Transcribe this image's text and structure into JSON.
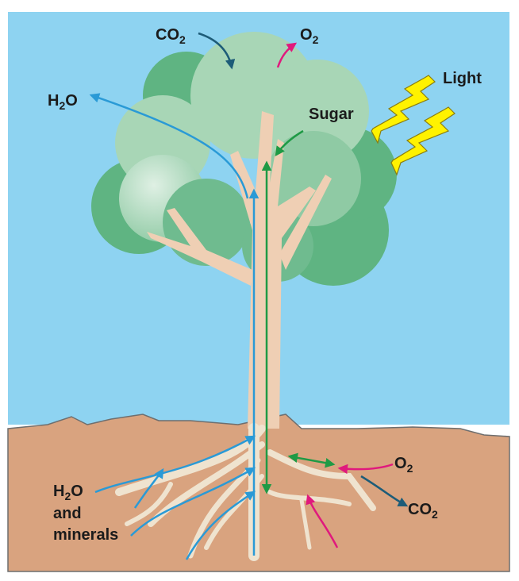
{
  "diagram": {
    "labels": {
      "co2_top": {
        "main": "CO",
        "sub": "2"
      },
      "o2_top": {
        "main": "O",
        "sub": "2"
      },
      "light": "Light",
      "h2o_top": {
        "pre": "H",
        "sub": "2",
        "post": "O"
      },
      "sugar": "Sugar",
      "h2o_bottom": {
        "pre": "H",
        "sub": "2",
        "post": "O"
      },
      "and": "and",
      "minerals": "minerals",
      "o2_root": {
        "main": "O",
        "sub": "2"
      },
      "co2_root": {
        "main": "CO",
        "sub": "2"
      }
    },
    "colors": {
      "sky": "#8ed3f1",
      "soil": "#d9a37f",
      "foliage_dark": "#5fb482",
      "foliage_light": "#b7dcc2",
      "trunk": "#efcfb4",
      "water_arrow": "#2a9ad6",
      "sugar_arrow": "#1f9a45",
      "oxygen_arrow": "#e0197d",
      "co2_arrow": "#1d5c78",
      "light": "#fff200"
    }
  }
}
